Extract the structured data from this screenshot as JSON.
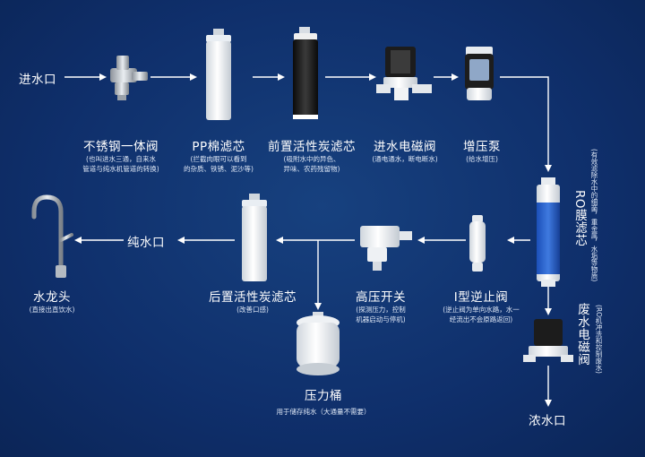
{
  "io": {
    "inlet": "进水口",
    "pure_outlet": "纯水口",
    "concentrate_outlet": "浓水口"
  },
  "components": [
    {
      "id": "ss-valve",
      "title": "不锈钢一体阀",
      "desc": [
        "(也叫进水三通，自来水",
        "管道与纯水机管道的转换)"
      ]
    },
    {
      "id": "pp",
      "title": "PP棉滤芯",
      "desc": [
        "(拦截肉眼可以看到",
        "的杂质、铁锈、泥沙等)"
      ]
    },
    {
      "id": "pre-carbon",
      "title": "前置活性炭滤芯",
      "desc": [
        "(吸附水中的异色、",
        "异味、农药残留物)"
      ]
    },
    {
      "id": "inlet-solenoid",
      "title": "进水电磁阀",
      "desc": [
        "(通电通水，断电断水)"
      ]
    },
    {
      "id": "booster",
      "title": "增压泵",
      "desc": [
        "(给水增压)"
      ]
    },
    {
      "id": "ro",
      "title": "RO膜滤芯",
      "desc": [
        "(有效滤除水中的细菌，重金属，水垢等物质)"
      ]
    },
    {
      "id": "waste-solenoid",
      "title": "废水电磁阀",
      "desc": [
        "(RO机冲洗和控制废水)"
      ]
    },
    {
      "id": "check-valve",
      "title": "I型逆止阀",
      "desc": [
        "(逆止阀为单向水路，水一",
        "经流出不会原路返回)"
      ]
    },
    {
      "id": "hp-switch",
      "title": "高压开关",
      "desc": [
        "(探测压力，控制",
        "机器启动与停机)"
      ]
    },
    {
      "id": "post-carbon",
      "title": "后置活性炭滤芯",
      "desc": [
        "(改善口感)"
      ]
    },
    {
      "id": "faucet",
      "title": "水龙头",
      "desc": [
        "(直接出直饮水)"
      ]
    },
    {
      "id": "tank",
      "title": "压力桶",
      "desc": [
        "用于储存纯水（大通量不需要）"
      ]
    }
  ],
  "colors": {
    "background": "#0f2f6b",
    "line": "#ffffff",
    "ro_label": "#2a6fd6"
  }
}
